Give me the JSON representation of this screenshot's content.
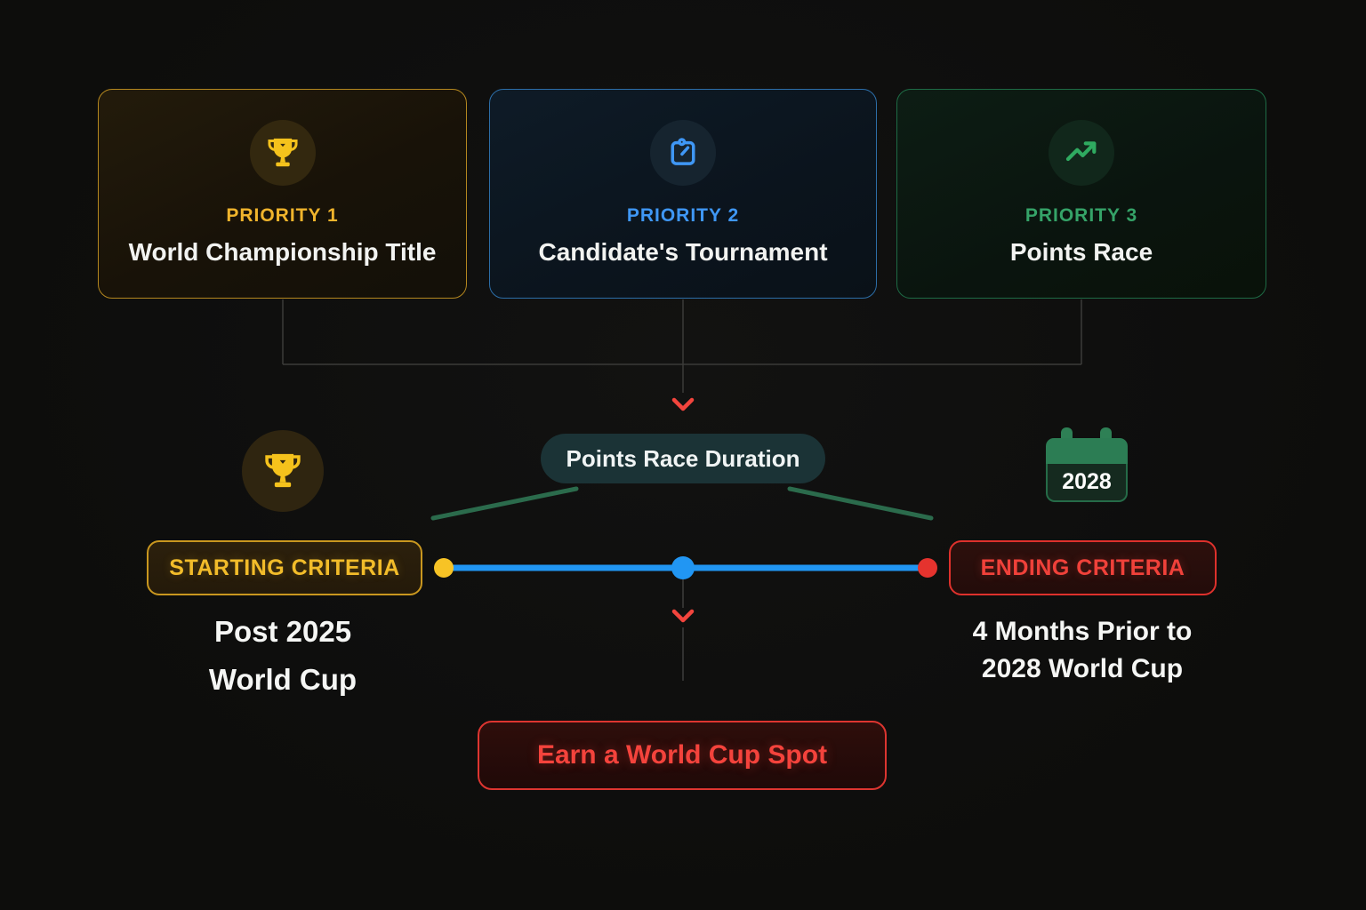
{
  "canvas": {
    "background": "#0e0e0d"
  },
  "priorities": [
    {
      "label": "PRIORITY 1",
      "title": "World Championship Title",
      "accent": "#f0b42c",
      "icon": "trophy-icon"
    },
    {
      "label": "PRIORITY 2",
      "title": "Candidate's Tournament",
      "accent": "#3f97f5",
      "icon": "clipboard-edit-icon"
    },
    {
      "label": "PRIORITY 3",
      "title": "Points Race",
      "accent": "#35a368",
      "icon": "trending-up-icon"
    }
  ],
  "duration_pill": {
    "label": "Points Race Duration"
  },
  "timeline": {
    "start_badge": "STARTING CRITERIA",
    "start_line1": "Post 2025",
    "start_line2": "World Cup",
    "end_badge": "ENDING CRITERIA",
    "end_line1": "4 Months Prior to",
    "end_line2": "2028 World Cup",
    "calendar_year": "2028",
    "colors": {
      "line": "#2196f3",
      "start_dot": "#f7c325",
      "mid_dot": "#2196f3",
      "end_dot": "#e5332e",
      "brace_line": "#2b6b4c",
      "connector_gray": "#3b3b39",
      "arrow_red": "#f2453d"
    }
  },
  "outcome": {
    "button_label": "Earn a World Cup Spot"
  },
  "icons": {
    "priority1": "trophy-icon",
    "priority2": "clipboard-edit-icon",
    "priority3": "trending-up-icon",
    "start_marker": "trophy-icon",
    "end_marker": "calendar-icon",
    "flow_arrows": "chevron-down-icon"
  }
}
